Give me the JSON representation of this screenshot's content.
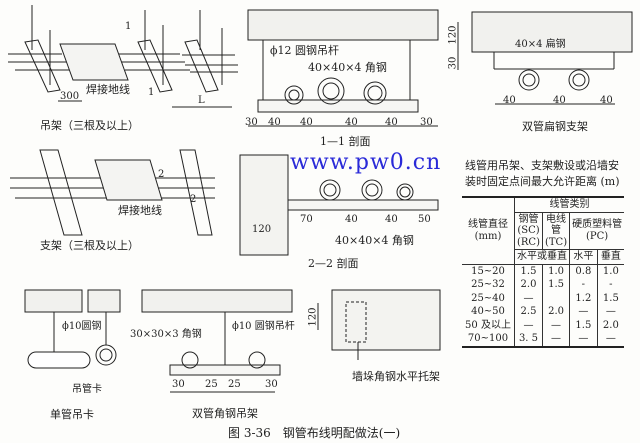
{
  "figure_caption": "图 3-36　钢管布线明配做法(一)",
  "watermark": "www.pw0.cn",
  "views": {
    "hanger": {
      "caption": "吊架（三根及以上）",
      "weld": "焊接地线",
      "dim300": "300",
      "dimL": "L",
      "sec1a": "1",
      "sec1b": "1"
    },
    "section11": {
      "caption": "1—1 剖面",
      "rod": "ϕ12 圆钢吊杆",
      "angle": "40×40×4 角钢",
      "dims": [
        "30",
        "40",
        "40",
        "40",
        "40",
        "30"
      ]
    },
    "double_flat": {
      "caption": "双管扁钢支架",
      "flat": "40×4 扁钢",
      "dims_v": [
        "120",
        "30"
      ],
      "dims": [
        "40",
        "40",
        "40"
      ]
    },
    "bracket": {
      "caption": "支架（三根及以上）",
      "weld": "焊接地线",
      "sec2a": "2",
      "sec2b": "2"
    },
    "section22": {
      "caption": "2—2 剖面",
      "angle": "40×40×4 角钢",
      "dims": [
        "120",
        "70",
        "40",
        "40",
        "50"
      ]
    },
    "single": {
      "caption": "单管吊卡",
      "rod": "ϕ10圆钢",
      "clip": "吊管卡"
    },
    "double_angle": {
      "caption": "双管角钢吊架",
      "angle": "30×30×3 角钢",
      "rod": "ϕ10 圆钢吊杆",
      "dims": [
        "30",
        "25",
        "25",
        "30"
      ]
    },
    "wall": {
      "caption": "墙垛角钢水平托架",
      "dim": "120"
    }
  },
  "table": {
    "title": [
      "线管用吊架、支架敷设或沿墙安",
      "装时固定点间最大允许距离 (m)"
    ],
    "col_group": "线管类别",
    "row_header": "线管直径\n(mm)",
    "cols": [
      "钢管\n(SC)\n(RC)",
      "电线\n管\n(TC)",
      "硬质塑料管\n(PC)"
    ],
    "sub": [
      "水平或垂直",
      "水平",
      "垂直"
    ],
    "rows": [
      [
        "15~20",
        "1.5",
        "1.0",
        "0.8",
        "1.0"
      ],
      [
        "25~32",
        "2.0",
        "1.5",
        "-",
        "-"
      ],
      [
        "25~40",
        "—",
        "",
        "1.2",
        "1.5"
      ],
      [
        "40~50",
        "2.5",
        "2.0",
        "—",
        "—"
      ],
      [
        "50 及以上",
        "—",
        "—",
        "1.5",
        "2.0"
      ],
      [
        "70~100",
        "3. 5",
        "—",
        "—",
        "—"
      ]
    ]
  }
}
